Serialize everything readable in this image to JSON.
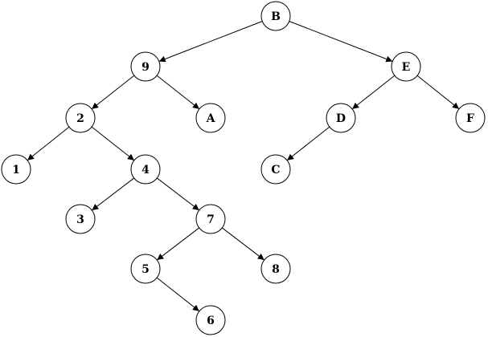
{
  "diagram": {
    "type": "binary-tree",
    "node_fill": "#ffffff",
    "stroke_color": "#000000",
    "nodes": [
      {
        "id": "B",
        "label": "B"
      },
      {
        "id": "9",
        "label": "9"
      },
      {
        "id": "E",
        "label": "E"
      },
      {
        "id": "2",
        "label": "2"
      },
      {
        "id": "A",
        "label": "A"
      },
      {
        "id": "D",
        "label": "D"
      },
      {
        "id": "F",
        "label": "F"
      },
      {
        "id": "1",
        "label": "1"
      },
      {
        "id": "4",
        "label": "4"
      },
      {
        "id": "C",
        "label": "C"
      },
      {
        "id": "3",
        "label": "3"
      },
      {
        "id": "7",
        "label": "7"
      },
      {
        "id": "5",
        "label": "5"
      },
      {
        "id": "8",
        "label": "8"
      },
      {
        "id": "6",
        "label": "6"
      }
    ],
    "edges": [
      {
        "from": "B",
        "to": "9"
      },
      {
        "from": "B",
        "to": "E"
      },
      {
        "from": "9",
        "to": "2"
      },
      {
        "from": "9",
        "to": "A"
      },
      {
        "from": "E",
        "to": "D"
      },
      {
        "from": "E",
        "to": "F"
      },
      {
        "from": "2",
        "to": "1"
      },
      {
        "from": "2",
        "to": "4"
      },
      {
        "from": "D",
        "to": "C"
      },
      {
        "from": "4",
        "to": "3"
      },
      {
        "from": "4",
        "to": "7"
      },
      {
        "from": "7",
        "to": "5"
      },
      {
        "from": "7",
        "to": "8"
      },
      {
        "from": "5",
        "to": "6"
      }
    ]
  }
}
